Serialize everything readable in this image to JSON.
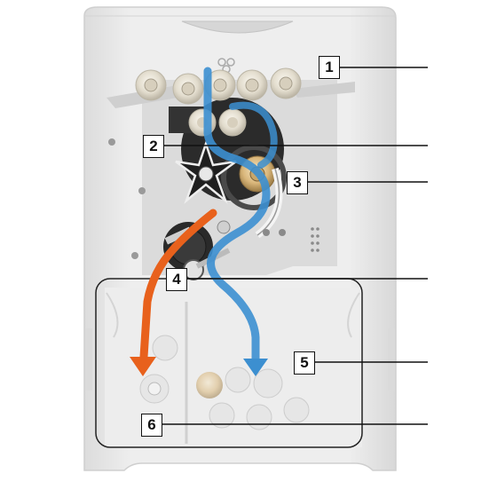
{
  "callouts": [
    {
      "number": "1"
    },
    {
      "number": "2"
    },
    {
      "number": "3"
    },
    {
      "number": "4"
    },
    {
      "number": "5"
    },
    {
      "number": "6"
    }
  ],
  "colors": {
    "casing": "#e9e9e9",
    "casing_edge": "#cfcfcf",
    "mechanism": "#c9c9c9",
    "dark_parts": "#2a2a2a",
    "rollers": "#e4e0d6",
    "flow_blue": "#3c8fd0",
    "flow_orange": "#e8611c",
    "leader_lines": "#111111"
  },
  "flow_paths": [
    {
      "color_name": "blue"
    },
    {
      "color_name": "orange"
    }
  ]
}
